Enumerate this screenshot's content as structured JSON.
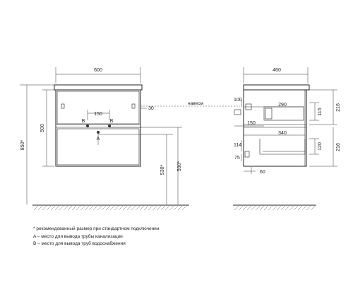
{
  "front": {
    "width": "600",
    "height_cabinet": "500",
    "height_total": "850*",
    "pipe_spacing": "150",
    "offset_30": "30",
    "height_530": "530*",
    "height_590": "590*",
    "label_a": "A",
    "label_b_left": "B",
    "label_b_right": "B"
  },
  "side": {
    "depth": "460",
    "naveses": "навесм",
    "dim_100": "100",
    "dim_290": "290",
    "dim_115": "115",
    "dim_216_top": "216",
    "dim_150": "150",
    "dim_340": "340",
    "dim_114": "114",
    "dim_120": "120",
    "dim_216_bottom": "216",
    "dim_75": "75",
    "dim_60": "60"
  },
  "notes": [
    "* рекомендованный размер при стандартном подключении",
    "A – место для вывода трубы канализации",
    "B – место для вывода труб водоснабжения"
  ]
}
